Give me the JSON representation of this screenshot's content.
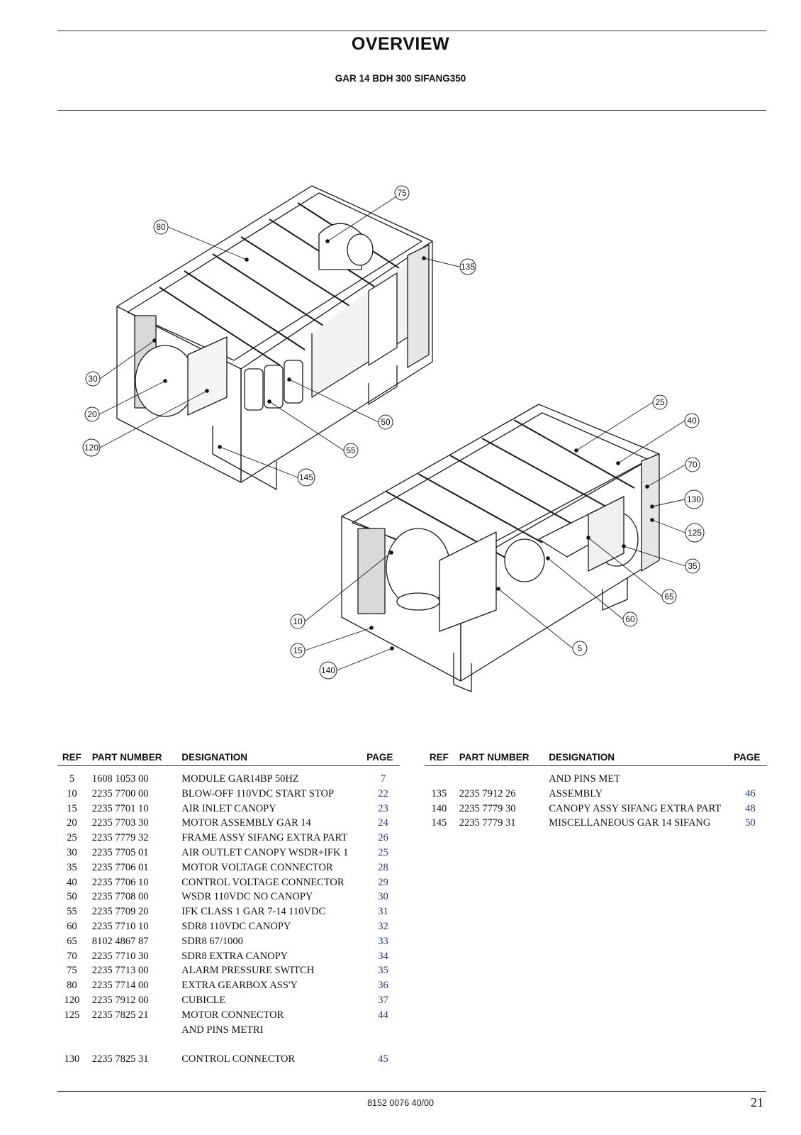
{
  "header": {
    "title": "OVERVIEW",
    "subtitle": "GAR 14 BDH 300 SIFANG350"
  },
  "diagram": {
    "callouts": [
      "75",
      "80",
      "135",
      "30",
      "20",
      "120",
      "50",
      "55",
      "145",
      "25",
      "40",
      "70",
      "130",
      "125",
      "35",
      "65",
      "60",
      "5",
      "10",
      "15",
      "140"
    ]
  },
  "table": {
    "headers": {
      "ref": "REF",
      "part_number": "PART NUMBER",
      "designation": "DESIGNATION",
      "page": "PAGE"
    },
    "left_rows": [
      {
        "ref": "5",
        "part": "1608 1053 00",
        "designation": "MODULE GAR14BP 50HZ",
        "page": "7"
      },
      {
        "ref": "10",
        "part": "2235 7700 00",
        "designation": "BLOW-OFF 110VDC START STOP",
        "page": "22"
      },
      {
        "ref": "15",
        "part": "2235 7701 10",
        "designation": "AIR INLET CANOPY",
        "page": "23"
      },
      {
        "ref": "20",
        "part": "2235 7703 30",
        "designation": "MOTOR ASSEMBLY GAR 14",
        "page": "24"
      },
      {
        "ref": "25",
        "part": "2235 7779 32",
        "designation": "FRAME ASSY SIFANG EXTRA PART",
        "page": "26"
      },
      {
        "ref": "30",
        "part": "2235 7705 01",
        "designation": "AIR OUTLET CANOPY WSDR+IFK 1",
        "page": "25"
      },
      {
        "ref": "35",
        "part": "2235 7706 01",
        "designation": "MOTOR VOLTAGE CONNECTOR",
        "page": "28"
      },
      {
        "ref": "40",
        "part": "2235 7706 10",
        "designation": "CONTROL VOLTAGE CONNECTOR",
        "page": "29"
      },
      {
        "ref": "50",
        "part": "2235 7708 00",
        "designation": "WSDR 110VDC NO CANOPY",
        "page": "30"
      },
      {
        "ref": "55",
        "part": "2235 7709 20",
        "designation": "IFK CLASS 1 GAR 7-14 110VDC",
        "page": "31"
      },
      {
        "ref": "60",
        "part": "2235 7710 10",
        "designation": "SDR8 110VDC CANOPY",
        "page": "32"
      },
      {
        "ref": "65",
        "part": "8102 4867 87",
        "designation": "SDR8 67/1000",
        "page": "33"
      },
      {
        "ref": "70",
        "part": "2235 7710 30",
        "designation": "SDR8 EXTRA CANOPY",
        "page": "34"
      },
      {
        "ref": "75",
        "part": "2235 7713 00",
        "designation": "ALARM PRESSURE SWITCH",
        "page": "35"
      },
      {
        "ref": "80",
        "part": "2235 7714 00",
        "designation": "EXTRA GEARBOX ASS'Y",
        "page": "36"
      },
      {
        "ref": "120",
        "part": "2235 7912 00",
        "designation": "CUBICLE",
        "page": "37"
      },
      {
        "ref": "125",
        "part": "2235 7825 21",
        "designation": "MOTOR CONNECTOR",
        "page": "44"
      },
      {
        "ref": "",
        "part": "",
        "designation": "AND PINS METRI",
        "page": ""
      },
      {
        "ref": "",
        "part": "",
        "designation": "",
        "page": ""
      },
      {
        "ref": "130",
        "part": "2235 7825 31",
        "designation": "CONTROL CONNECTOR",
        "page": "45"
      }
    ],
    "right_rows": [
      {
        "ref": "",
        "part": "",
        "designation": "AND PINS MET",
        "page": ""
      },
      {
        "ref": "135",
        "part": "2235 7912 26",
        "designation": "ASSEMBLY",
        "page": "46"
      },
      {
        "ref": "140",
        "part": "2235 7779 30",
        "designation": "CANOPY ASSY SIFANG EXTRA PART",
        "page": "48"
      },
      {
        "ref": "145",
        "part": "2235 7779 31",
        "designation": "MISCELLANEOUS GAR 14 SIFANG",
        "page": "50"
      }
    ]
  },
  "footer": {
    "doc_number": "8152 0076 40/00",
    "page_number": "21"
  }
}
